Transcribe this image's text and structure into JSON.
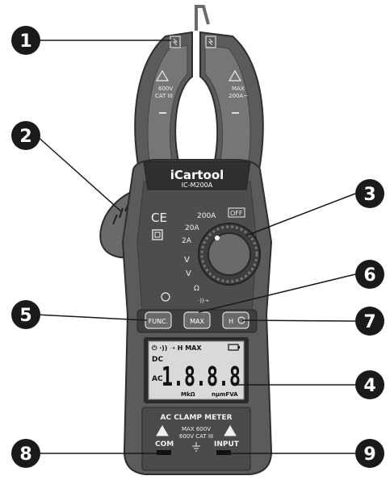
{
  "brand": "iCartool",
  "model": "IC-M200A",
  "jaw_rating_left": {
    "line1": "600V",
    "line2": "CAT III"
  },
  "jaw_rating_right": {
    "line1": "MAX",
    "line2": "200A~"
  },
  "certification_mark": "CE",
  "dial": {
    "off_label": "OFF",
    "positions": [
      "200A",
      "20A",
      "2A",
      "V",
      "V",
      "Ω",
      "·))➝"
    ]
  },
  "buttons": {
    "func": "FUNC.",
    "max": "MAX",
    "hold": "H"
  },
  "lcd": {
    "top_icons": "⏻ ·)) ➝ H MAX",
    "dc": "DC",
    "ac": "AC",
    "digits": "1.8.8.8",
    "bottom_left": "MkΩ",
    "bottom_right": "nμmFVA"
  },
  "bottom_panel": {
    "title": "AC CLAMP METER",
    "rating_line1": "MAX 600V",
    "rating_line2": "600V CAT III",
    "com": "COM",
    "input": "INPUT"
  },
  "callouts": [
    "1",
    "2",
    "3",
    "4",
    "5",
    "6",
    "7",
    "8",
    "9"
  ],
  "colors": {
    "body": "#5b5b5b",
    "body_dark": "#3a3a3a",
    "lcd": "#d9d9d9",
    "callout": "#1a1a1a"
  }
}
